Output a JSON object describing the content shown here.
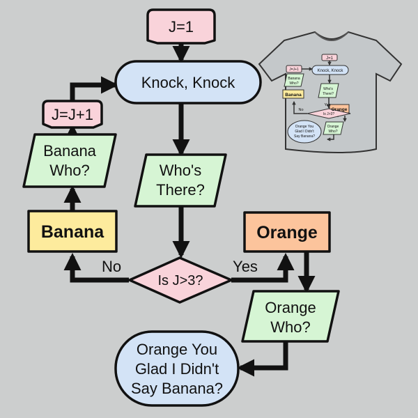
{
  "colors": {
    "background": "#cccece",
    "stroke": "#111111",
    "pink": "#f9d3da",
    "blue": "#d3e3f6",
    "green": "#d6f5d4",
    "yellow": "#fdeb9d",
    "orange": "#fcc49c",
    "shirt": "#c4c8ca"
  },
  "flowchart": {
    "start": "J=1",
    "knock": "Knock, Knock",
    "increment": "J=J+1",
    "banana_who": [
      "Banana",
      "Who?"
    ],
    "whos_there": [
      "Who's",
      "There?"
    ],
    "banana": "Banana",
    "orange": "Orange",
    "decision": "Is J>3?",
    "no_label": "No",
    "yes_label": "Yes",
    "orange_who": [
      "Orange",
      "Who?"
    ],
    "punchline": [
      "Orange You",
      "Glad I Didn't",
      "Say Banana?"
    ]
  },
  "tshirt": {
    "start": "J=1",
    "knock": "Knock, Knock",
    "increment": "J=J+1",
    "banana_who": [
      "Banana",
      "Who?"
    ],
    "whos_there": [
      "Who's",
      "There?"
    ],
    "banana": "Banana",
    "orange": "Orange",
    "decision": "Is J>3?",
    "no_label": "No",
    "yes_label": "Yes",
    "orange_who": [
      "Orange",
      "Who?"
    ],
    "punchline": [
      "Orange You",
      "Glad I Didn't",
      "Say Banana?"
    ]
  }
}
